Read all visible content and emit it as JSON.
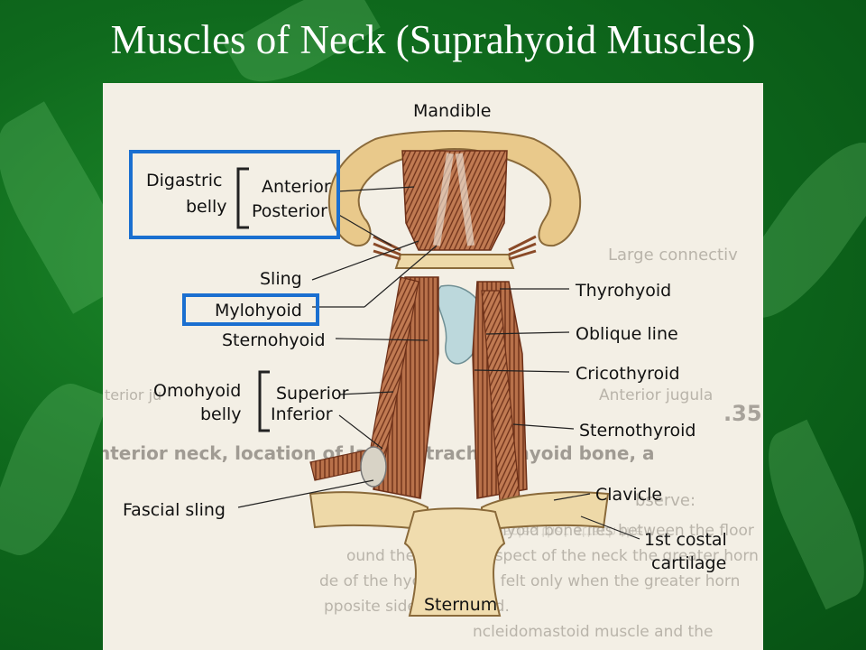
{
  "slide": {
    "title": "Muscles of Neck (Suprahyoid Muscles)",
    "highlight_color": "#1a6fd0"
  },
  "labels": {
    "mandible": "Mandible",
    "digastric": "Digastric",
    "digastric_belly": "belly",
    "anterior": "Anterior",
    "posterior": "Posterior",
    "sling": "Sling",
    "mylohyoid": "Mylohyoid",
    "sternohyoid": "Sternohyoid",
    "omohyoid": "Omohyoid",
    "omohyoid_belly": "belly",
    "superior": "Superior",
    "inferior": "Inferior",
    "fascial_sling": "Fascial sling",
    "thyrohyoid": "Thyrohyoid",
    "oblique_line": "Oblique line",
    "cricothyroid": "Cricothyroid",
    "sternothyroid": "Sternothyroid",
    "clavicle": "Clavicle",
    "first_costal": "1st costal",
    "cartilage": "cartilage",
    "sternum": "Sternum"
  },
  "background_text": {
    "large_connective": "Large connectiv",
    "anterior_jugular": "Anterior jugula",
    "anterior_ju": "terior ju",
    "figure_number": ".35",
    "caption": "nterior neck, location of larynx, trachea, hyoid bone, a",
    "observe": "bserve:",
    "line1": "The hyoid bone lies between the floor",
    "line2": "ound the anterior aspect of the neck the greater horn",
    "line3": "de of the hyoid bone is felt only when the greater horn",
    "line4": "pposite side is steadied.",
    "line5": "ncleidomastoid muscle and the",
    "reverse_text": "muscles that attach the"
  }
}
